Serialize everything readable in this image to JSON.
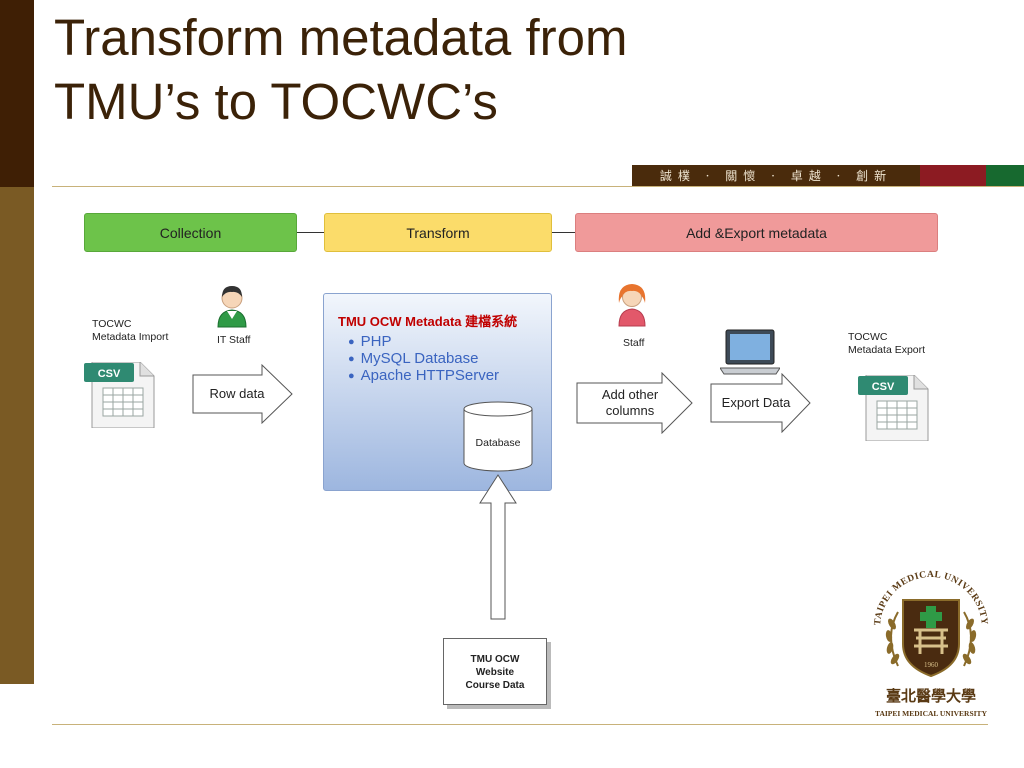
{
  "slide": {
    "title_line1": "Transform metadata from",
    "title_line2": "TMU’s to TOCWC’s",
    "motto": "誠樸 · 關懷 · 卓越 · 創新"
  },
  "phases": {
    "collection": "Collection",
    "transform": "Transform",
    "export": "Add &Export metadata"
  },
  "import_csv": {
    "label_line1": "TOCWC",
    "label_line2": "Metadata Import",
    "badge": "CSV"
  },
  "it_staff": {
    "label": "IT Staff"
  },
  "staff": {
    "label": "Staff"
  },
  "row_data_arrow": {
    "label": "Row data"
  },
  "tmu_system": {
    "title": "TMU OCW Metadata 建檔系統",
    "items": [
      "PHP",
      "MySQL Database",
      "Apache HTTPServer"
    ],
    "database_label": "Database"
  },
  "add_columns_arrow": {
    "line1": "Add other",
    "line2": "columns"
  },
  "export_data_arrow": {
    "label": "Export Data"
  },
  "export_csv": {
    "label_line1": "TOCWC",
    "label_line2": "Metadata Export",
    "badge": "CSV"
  },
  "course_data": {
    "line1": "TMU OCW",
    "line2": "Website",
    "line3": "Course Data"
  },
  "logo": {
    "arc_text": "TAIPEI MEDICAL UNIVERSITY",
    "year": "1960",
    "chinese_name": "臺北醫學大學",
    "english_name": "TAIPEI MEDICAL UNIVERSITY"
  },
  "colors": {
    "collection": "#6dc34a",
    "transform": "#fbdc6a",
    "export": "#f09a9a",
    "title": "#3b2208",
    "csv_badge": "#2f8a72"
  }
}
